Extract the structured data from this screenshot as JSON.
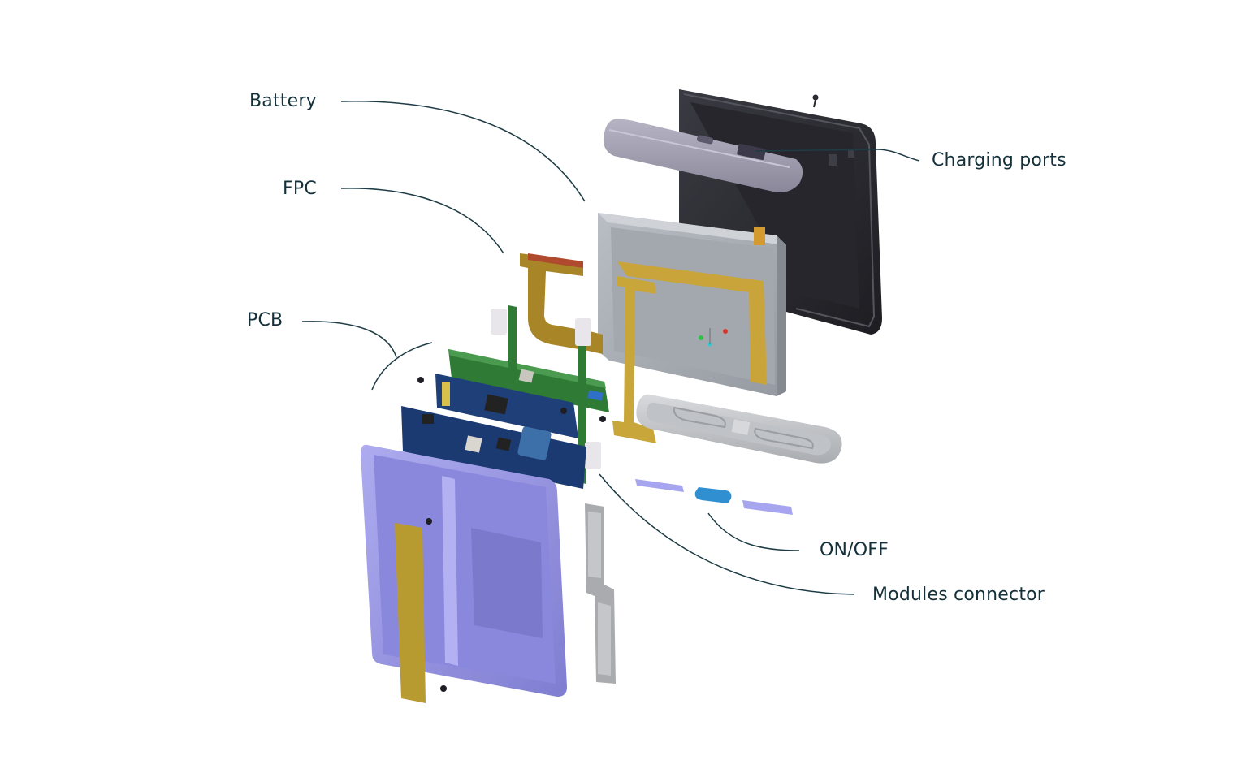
{
  "labels": {
    "battery": "Battery",
    "fpc": "FPC",
    "pcb": "PCB",
    "charging_ports": "Charging ports",
    "on_off": "ON/OFF",
    "modules_connector": "Modules connector"
  },
  "colors": {
    "label_text": "#14313b",
    "leader_line": "#1e3c46",
    "front_shell": "#9b99e6",
    "back_shell": "#2a2a30",
    "battery_body": "#a8adb3",
    "fpc_copper": "#b8922e",
    "pcb_green": "#2f7a35",
    "pcb_blue": "#1f3f78",
    "on_off_button": "#2f8fd0",
    "end_caps": "#9a97a8"
  }
}
